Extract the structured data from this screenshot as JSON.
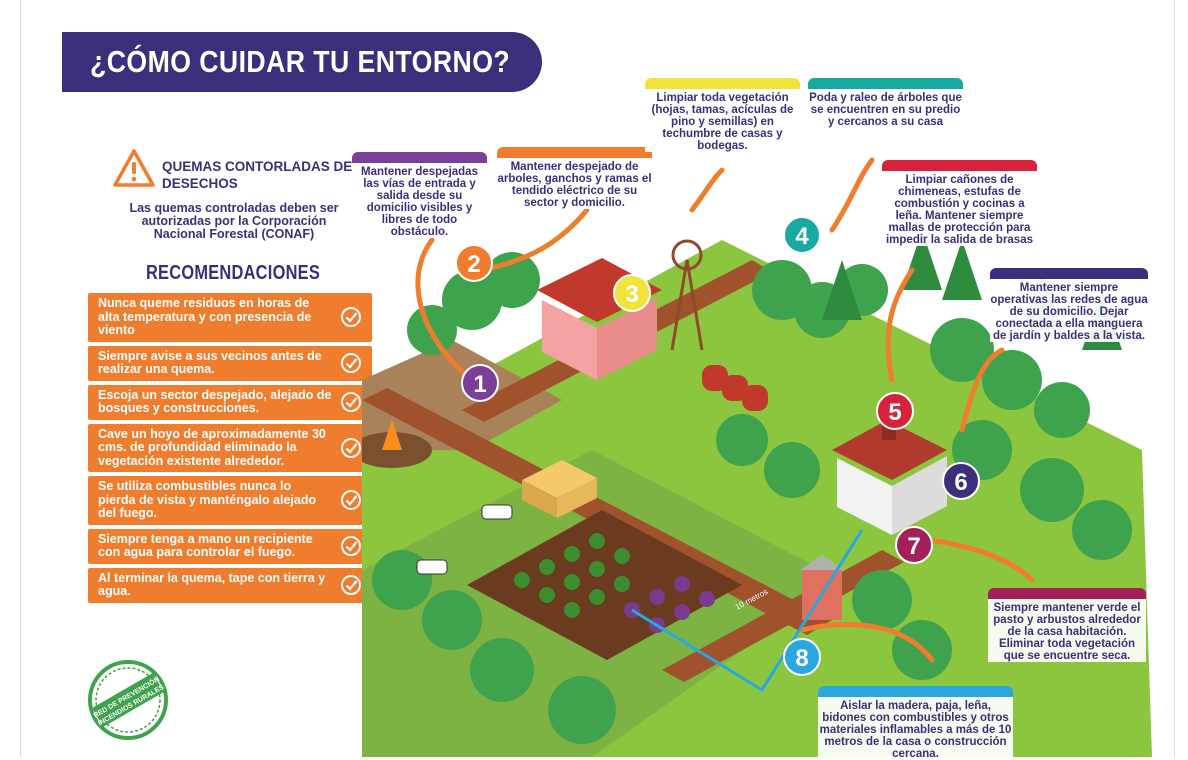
{
  "title": "¿CÓMO CUIDAR TU ENTORNO?",
  "warning": {
    "heading": "QUEMAS CONTORLADAS DE DESECHOS",
    "text": "Las quemas controladas deben ser autorizadas por la Corporación Nacional Forestal (CONAF)",
    "icon": "warning-triangle-icon"
  },
  "recommendations": {
    "title": "RECOMENDACIONES",
    "items": [
      "Nunca queme residuos en horas de alta temperatura y con presencia de viento",
      "Siempre avise a sus vecinos antes de realizar una quema.",
      "Escoja un sector despejado, alejado de bosques y construcciones.",
      "Cave un hoyo de aproximadamente 30 cms. de profundidad eliminado la vegetación existente alrededor.",
      "Se utiliza combustibles nunca lo pierda de vista y manténgalo alejado del fuego.",
      "Siempre tenga a mano un recipiente con agua para controlar el fuego.",
      "Al terminar la quema, tape con tierra y agua."
    ]
  },
  "callouts": [
    {
      "text": "Mantener despejadas las vías de entrada y salida desde su domicilio visibles y libres de todo obstáculo.",
      "color": "#7b3f98"
    },
    {
      "text": "Mantener despejado de arboles, ganchos y ramas el tendido eléctrico de su sector y domicilio.",
      "color": "#ef7d2d"
    },
    {
      "text": "Limpiar toda vegetación (hojas, tamas, acículas de pino y semillas) en techumbre de casas y bodegas.",
      "color": "#f2e33a"
    },
    {
      "text": "Poda y raleo de árboles que se encuentren en su predio y cercanos a su casa",
      "color": "#1aa9a0"
    },
    {
      "text": "Limpiar cañones de chimeneas, estufas de combustión y cocinas a leña. Mantener siempre mallas de protección para impedir la salida de brasas",
      "color": "#d6233b"
    },
    {
      "text": "Mantener siempre operativas las redes de agua de su domicilio. Dejar conectada a ella manguera de jardín y baldes a la vista.",
      "color": "#3d2e7c"
    },
    {
      "text": "Siempre mantener verde el pasto y arbustos alrededor de la casa habitación. Eliminar toda vegetación que se encuentre seca.",
      "color": "#a3205b"
    },
    {
      "text": "Aislar la madera, paja, leña, bidones con combustibles y otros materiales inflamables a más de 10 metros de la casa o construcción cercana.",
      "color": "#29a8e0"
    }
  ],
  "numbers": [
    {
      "label": "1",
      "color": "#7b3f98"
    },
    {
      "label": "2",
      "color": "#ef7d2d"
    },
    {
      "label": "3",
      "color": "#f2e33a"
    },
    {
      "label": "4",
      "color": "#1aa9a0"
    },
    {
      "label": "5",
      "color": "#d6233b"
    },
    {
      "label": "6",
      "color": "#3d2e7c"
    },
    {
      "label": "7",
      "color": "#a3205b"
    },
    {
      "label": "8",
      "color": "#29a8e0"
    }
  ],
  "distance_label": "10 metros",
  "badge_text": "RED DE PREVENCIÓN INCENDIOS RURALES",
  "colors": {
    "title_bg": "#3d2e7c",
    "reco_bg": "#ef7d2d",
    "grass": "#8cc63f",
    "road": "#a0522d"
  }
}
